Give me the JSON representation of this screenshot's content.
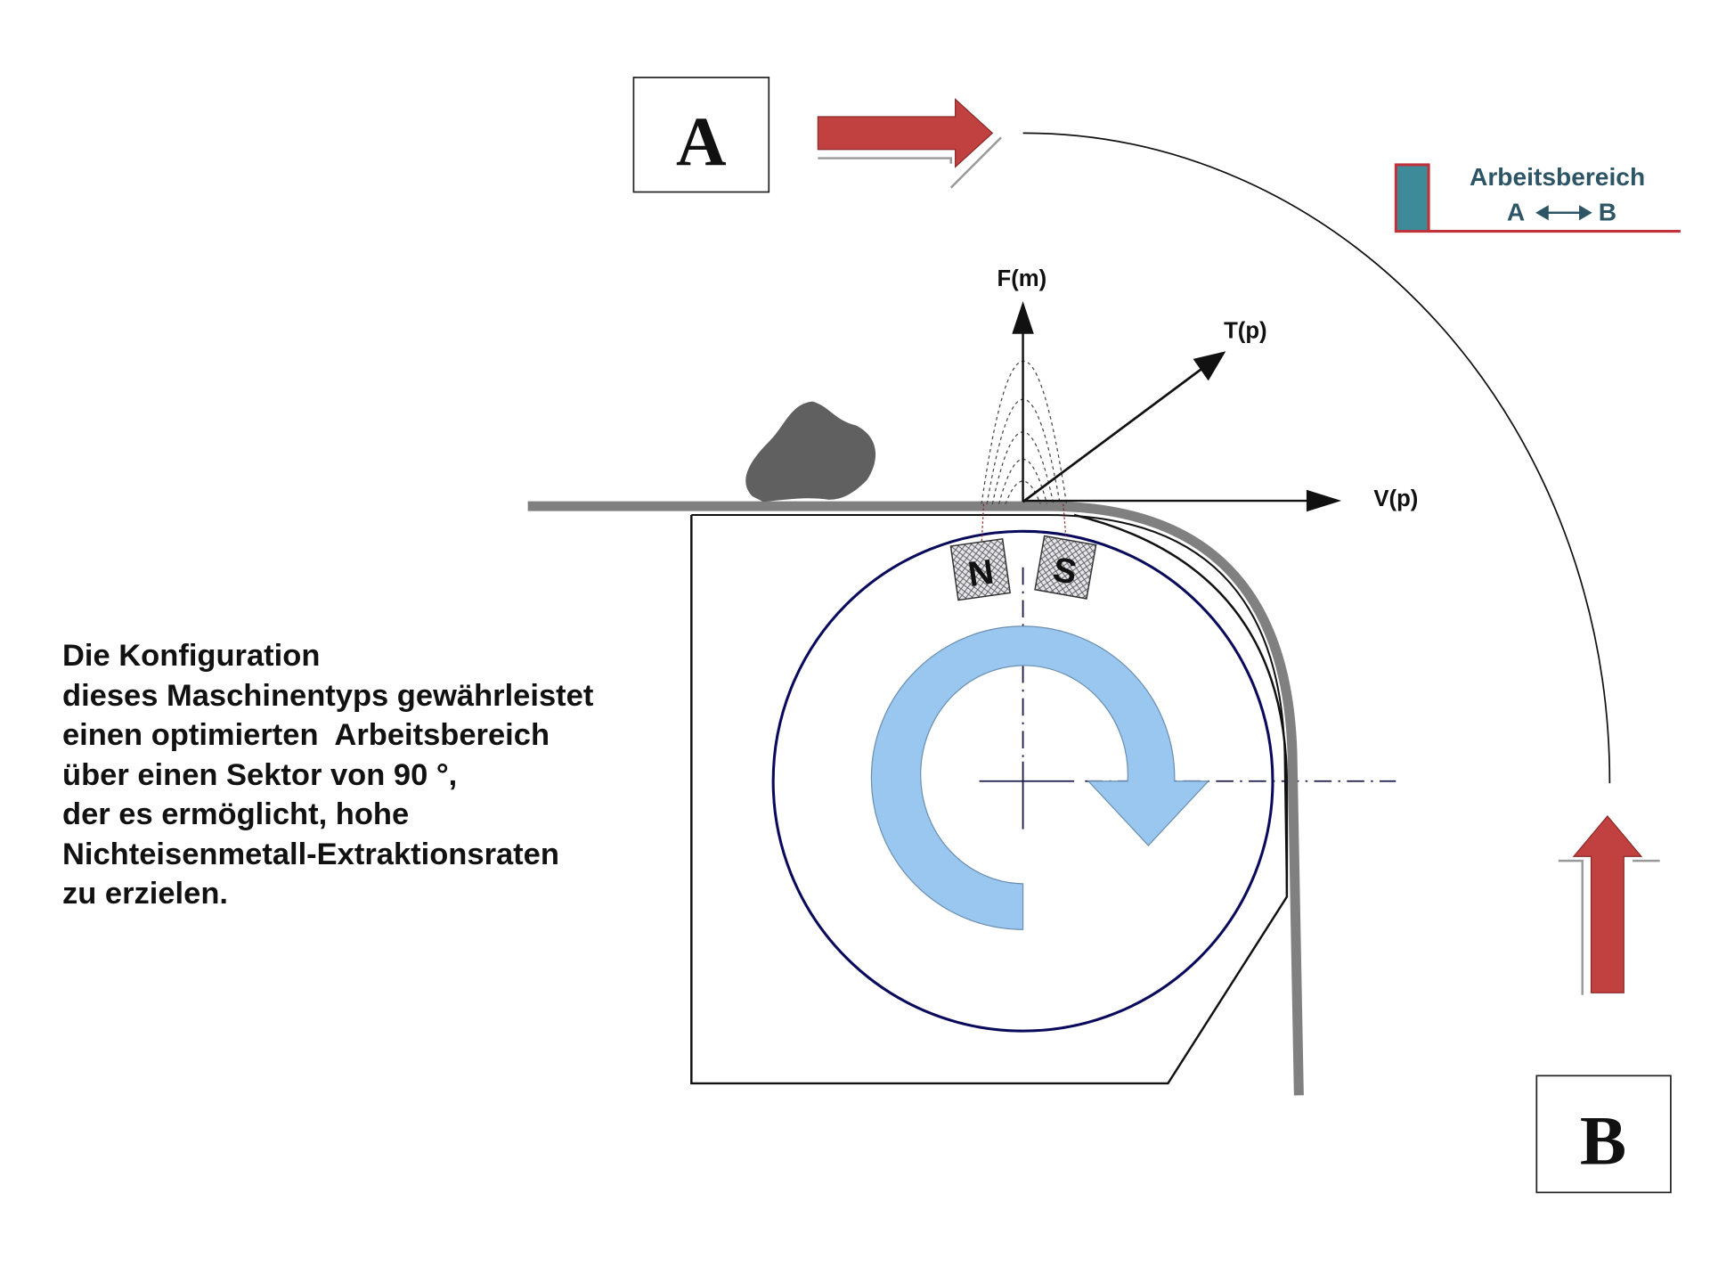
{
  "labels": {
    "point_a": "A",
    "point_b": "B",
    "force_magnetic": "F(m)",
    "trajectory": "T(p)",
    "velocity": "V(p)",
    "pole_north": "N",
    "pole_south": "S"
  },
  "legend": {
    "title": "Arbeitsbereich",
    "from": "A",
    "to": "B"
  },
  "description": [
    "Die Konfiguration",
    "dieses Maschinentyps gewährleistet",
    "einen optimierten  Arbeitsbereich",
    "über einen Sektor von 90 °,",
    "der es ermöglicht, hohe",
    "Nichteisenmetall-Extraktionsraten",
    "zu erzielen."
  ],
  "colors": {
    "arrow_red": "#c0413f",
    "legend_teal": "#3d8a99",
    "legend_text": "#2d5566",
    "rotor_blue": "#0a0a5c",
    "rotation_arrow": "#99c7f0",
    "belt_gray": "#808080",
    "particle_gray": "#606060"
  }
}
